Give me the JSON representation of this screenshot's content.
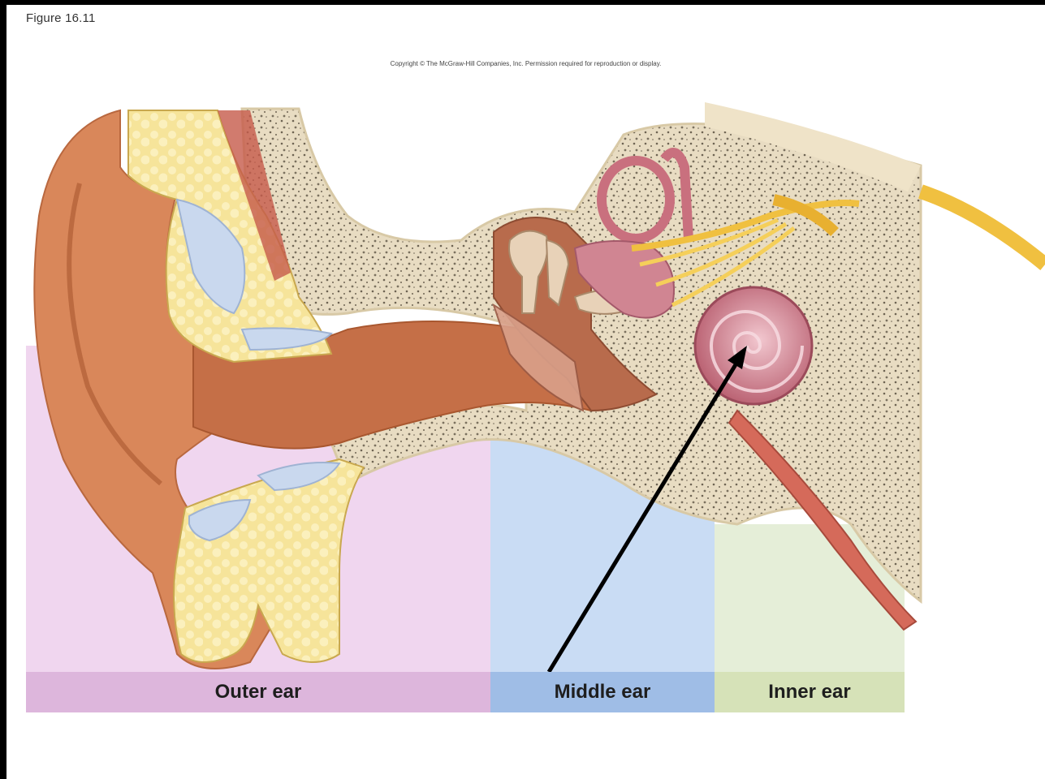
{
  "figure_label": "Figure 16.11",
  "copyright": "Copyright © The McGraw-Hill Companies, Inc. Permission required for reproduction or display.",
  "regions": {
    "outer": "Outer ear",
    "middle": "Middle ear",
    "inner": "Inner ear"
  },
  "colors": {
    "outer_bg": "#f0d6ef",
    "outer_band": "#ddb6dc",
    "middle_bg": "#c9dcf4",
    "middle_band": "#9fbde6",
    "inner_bg": "#e5eed8",
    "inner_band": "#d6e2b8",
    "bone": "#efe3c8",
    "skin": "#d9875a",
    "fat": "#f7e6a0",
    "cartilage": "#c9d8ee",
    "cochlea": "#c9707e",
    "nerve": "#f0c040",
    "arrow": "#000000"
  }
}
